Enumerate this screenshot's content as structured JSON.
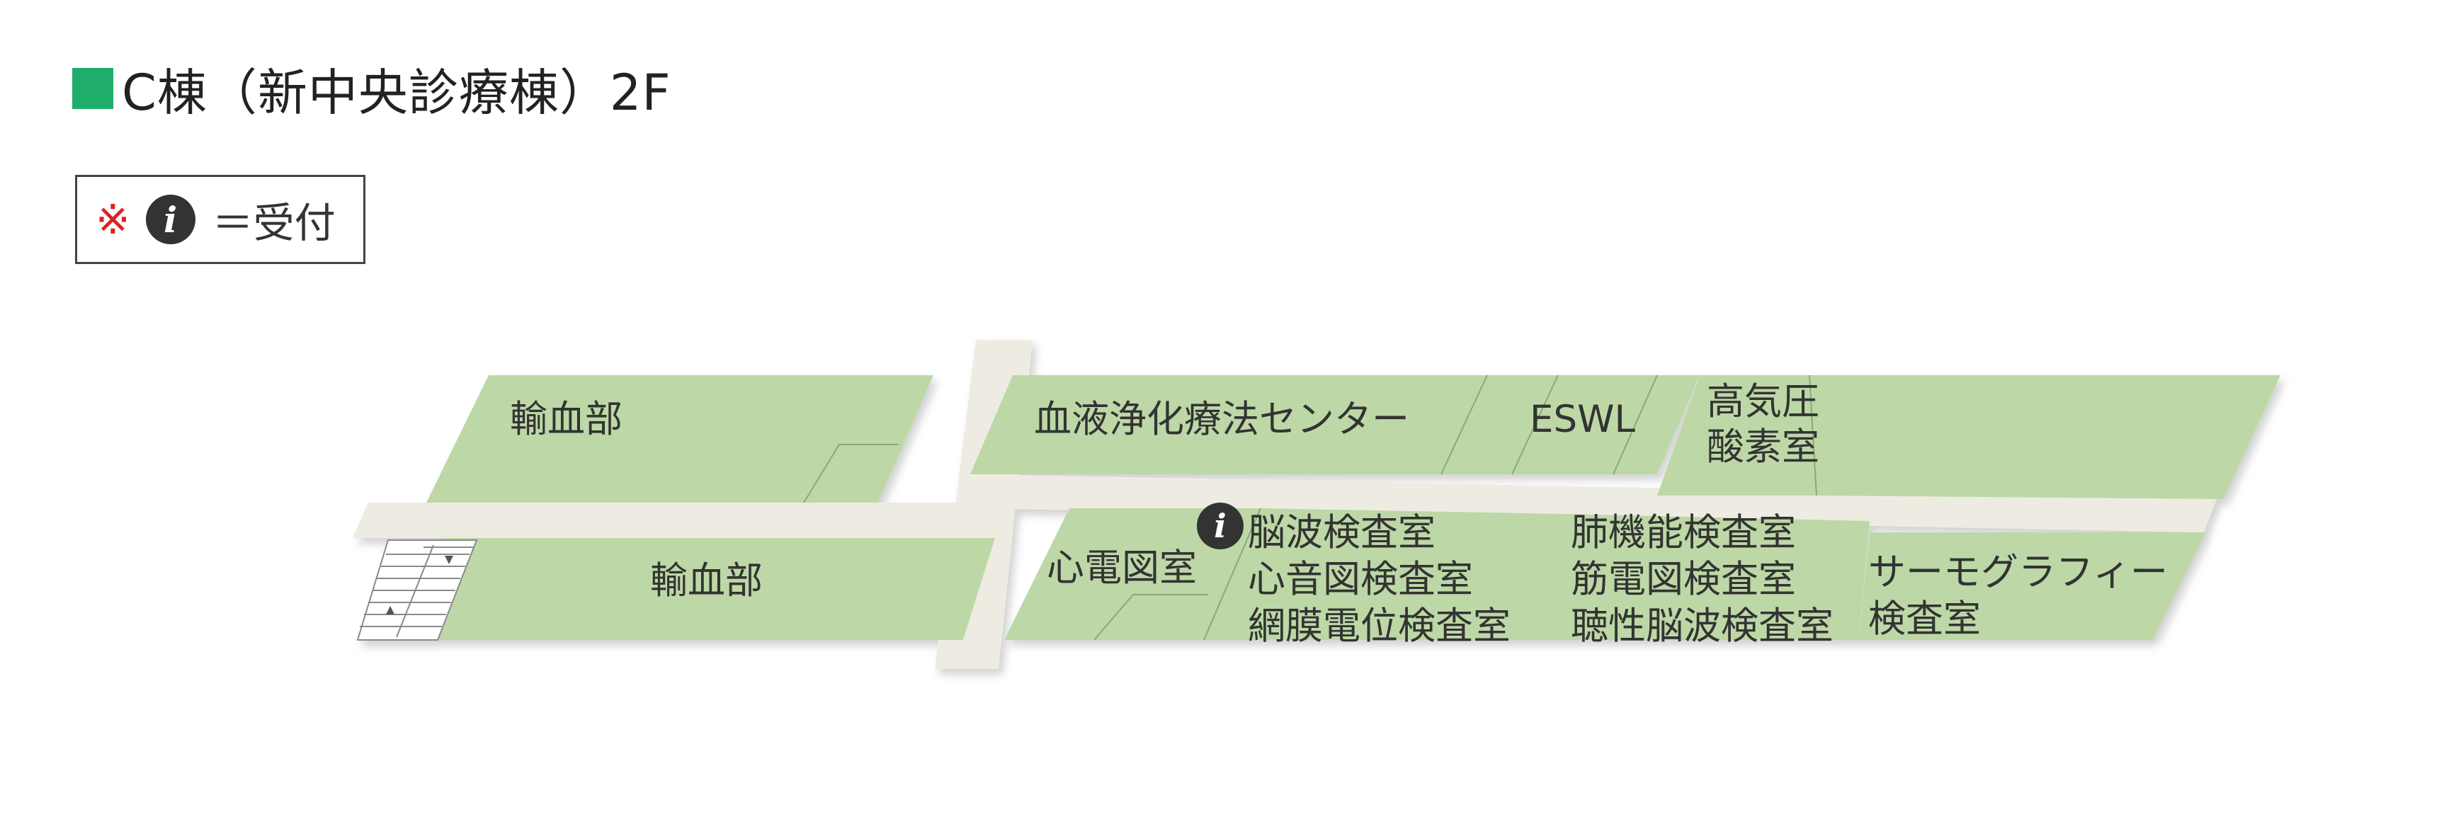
{
  "page_title": "■C棟（新中央診療棟）2F",
  "title_text": "C棟（新中央診療棟）2F",
  "colors": {
    "accent_green": "#1fad6b",
    "room_fill": "#bdd8a6",
    "corridor_fill": "#eeece2",
    "reception_mark": "#e02020",
    "info_icon": "#333333"
  },
  "legend": {
    "mark": "※",
    "icon": "info-icon",
    "text": "＝受付"
  },
  "rooms": {
    "transfusion_upper": "輸血部",
    "transfusion_lower": "輸血部",
    "dialysis": "血液浄化療法センター",
    "eswl": "ESWL",
    "hyperbaric": [
      "高気圧",
      "酸素室"
    ],
    "ecg": "心電図室",
    "physiology_a": [
      "脳波検査室",
      "心音図検査室",
      "網膜電位検査室"
    ],
    "physiology_b": [
      "肺機能検査室",
      "筋電図検査室",
      "聴性脳波検査室"
    ],
    "thermography": [
      "サーモグラフィー",
      "検査室"
    ]
  },
  "reception_icon": "info-icon"
}
